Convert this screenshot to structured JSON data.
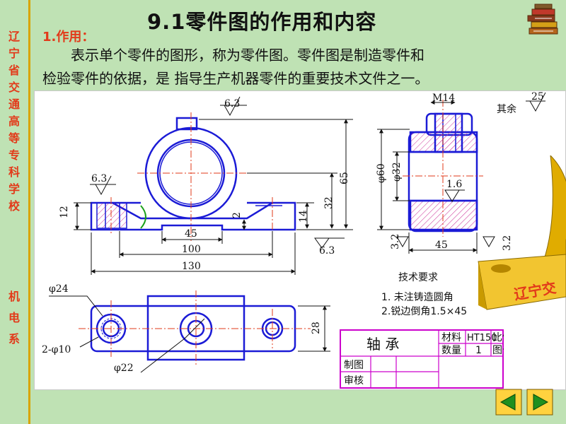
{
  "sidebar": {
    "school": [
      "辽",
      "宁",
      "省",
      "交",
      "通",
      "高",
      "等",
      "专",
      "科",
      "学",
      "校"
    ],
    "department": [
      "机",
      "电",
      "系"
    ]
  },
  "page": {
    "title": "9.1零件图的作用和内容",
    "section_head": "1.作用：",
    "intro_line1": "表示单个零件的图形，称为零件图。零件图是制造零件和",
    "intro_line2": "检验零件的依据，是 指导生产机器零件的重要技术文件之一。"
  },
  "drawing": {
    "front": {
      "d_top_rough": "6.3",
      "d_left_rough": "6.3",
      "d_bottom_rough": "6.3",
      "d_12": "12",
      "d_2": "2",
      "d_14": "14",
      "d_32": "32",
      "d_65": "65",
      "d_45": "45",
      "d_100": "100",
      "d_130": "130"
    },
    "side": {
      "m14": "M14",
      "phi60": "φ60",
      "phi32": "φ32",
      "r16": "1.6",
      "r32_left": "3.2",
      "r32_right": "3.2",
      "d45": "45",
      "other_label": "其余",
      "other_value": "25"
    },
    "top": {
      "phi24": "φ24",
      "phi10": "2-φ10",
      "phi22": "φ22",
      "d28": "28"
    },
    "tech": {
      "heading": "技术要求",
      "req1": "1. 未注铸造圆角",
      "req2": "2.锐边倒角1.5×45"
    },
    "titleblock": {
      "part_name": "轴 承",
      "material_label": "材料",
      "material_value": "HT150",
      "scale_label": "比例",
      "qty_label": "数量",
      "qty_value": "1",
      "drawing_no_label": "图号",
      "drawn_label": "制图",
      "checked_label": "审核"
    },
    "overlay_text": "辽宁交"
  },
  "colors": {
    "background": "#bfe2b4",
    "accent_red": "#e23a1a",
    "outline_blue": "#1b1bd6",
    "hatch_magenta": "#cc3399",
    "gold": "#e0ac00",
    "nav_green": "#1f8f1f"
  },
  "nav": {
    "prev_icon": "triangle-left",
    "next_icon": "triangle-right"
  }
}
